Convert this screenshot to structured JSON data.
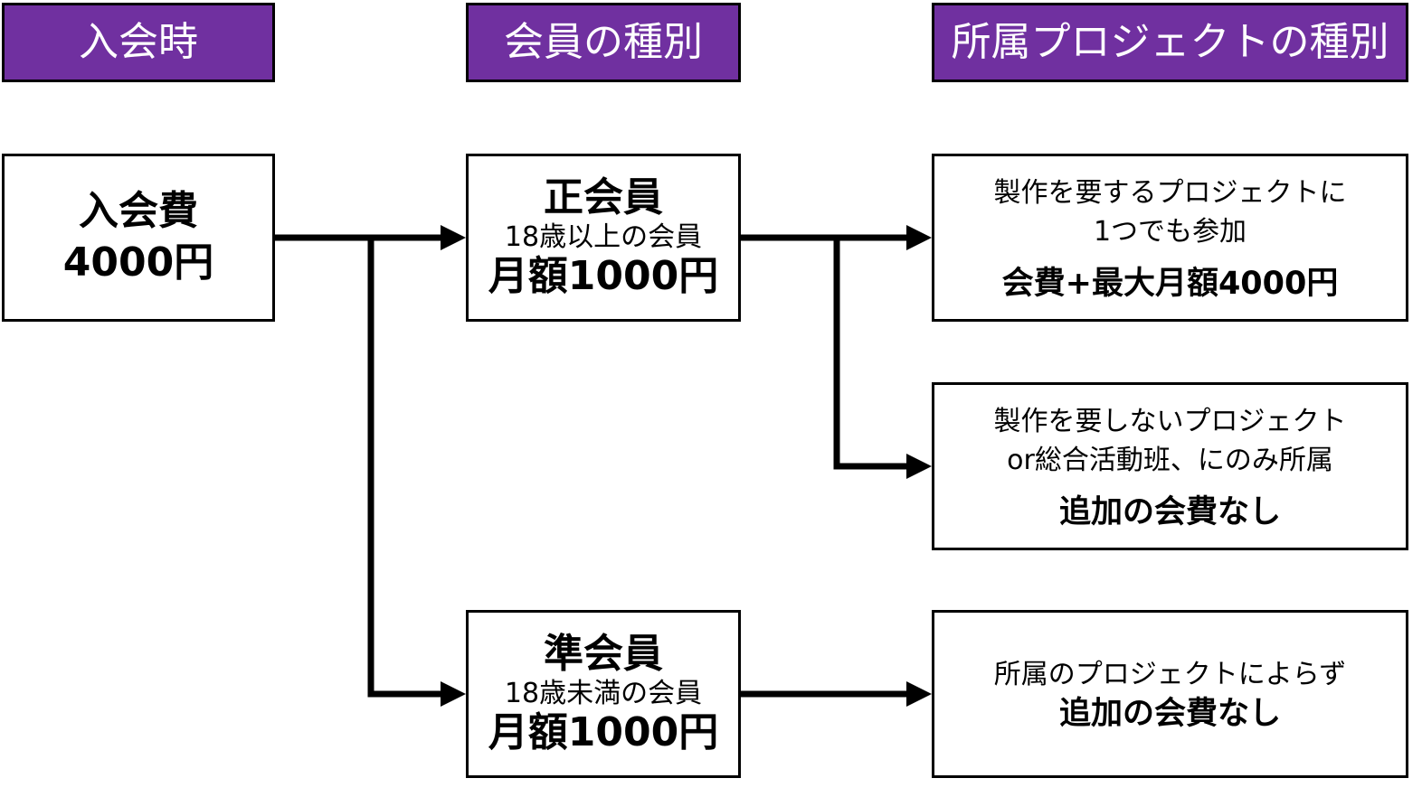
{
  "colors": {
    "header_bg": "#7030A0",
    "header_text": "#FFFFFF",
    "line": "#000000",
    "box_bg": "#FFFFFF"
  },
  "headers": {
    "col1": "入会時",
    "col2": "会員の種別",
    "col3": "所属プロジェクトの種別"
  },
  "entry": {
    "title": "入会費",
    "fee": "4000円"
  },
  "regular": {
    "title": "正会員",
    "desc": "18歳以上の会員",
    "fee": "月額1000円"
  },
  "associate": {
    "title": "準会員",
    "desc": "18歳未満の会員",
    "fee": "月額1000円"
  },
  "project_production": {
    "line1": "製作を要するプロジェクトに",
    "line2": "1つでも参加",
    "fee": "会費+最大月額4000円"
  },
  "project_non_production": {
    "line1": "製作を要しないプロジェクト",
    "line2": "or総合活動班、にのみ所属",
    "fee": "追加の会費なし"
  },
  "project_any": {
    "line1": "所属のプロジェクトによらず",
    "fee": "追加の会費なし"
  }
}
